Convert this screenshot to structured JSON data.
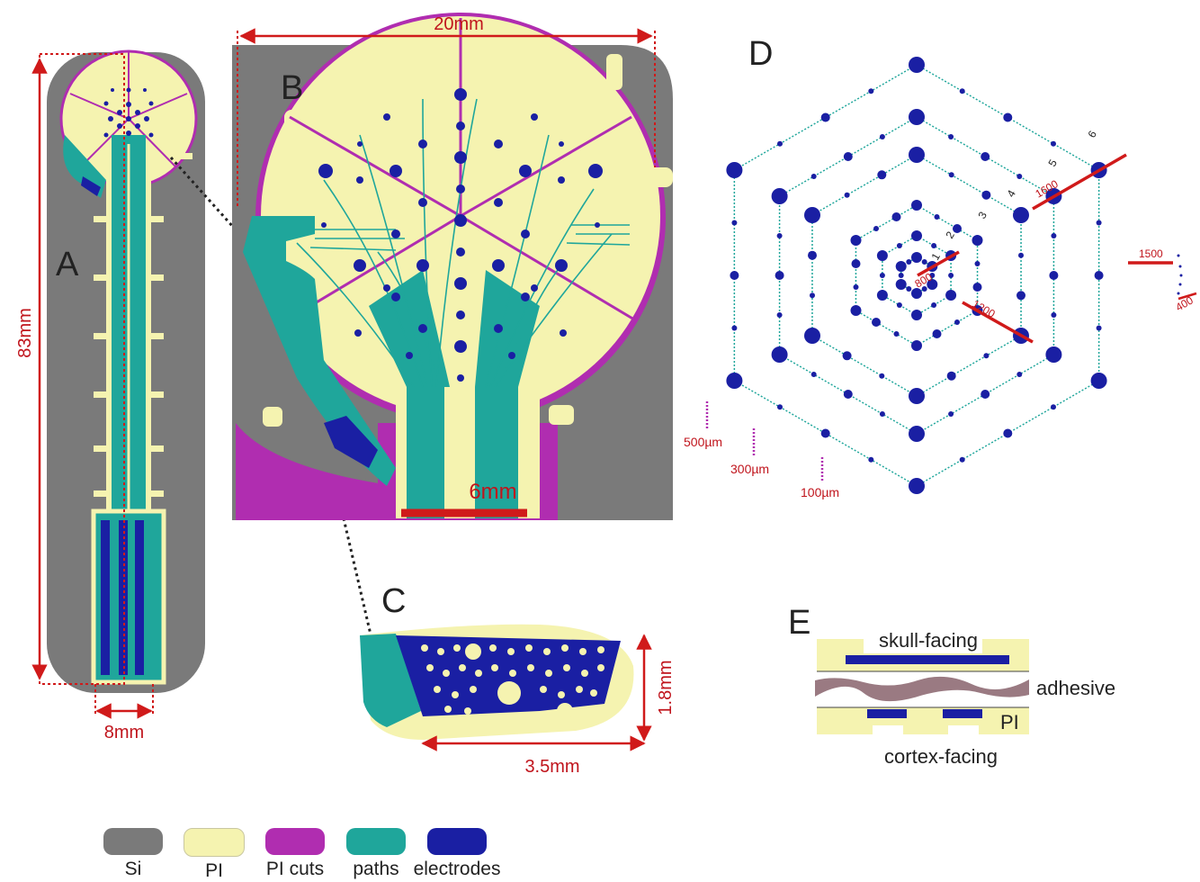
{
  "colors": {
    "si": "#7a7a7a",
    "pi": "#f5f3b0",
    "pi_cuts": "#b02db0",
    "paths": "#1fa69b",
    "electrodes": "#1a1fa3",
    "dimension": "#d01a1a",
    "text": "#222222"
  },
  "panels": {
    "a": {
      "label": "A",
      "length": "83mm",
      "width": "8mm"
    },
    "b": {
      "label": "B",
      "width": "20mm",
      "stem": "6mm"
    },
    "c": {
      "label": "C",
      "height": "1.8mm",
      "length": "3.5mm"
    },
    "d": {
      "label": "D",
      "ring_numbers": [
        "1",
        "2",
        "3",
        "4",
        "5",
        "6"
      ],
      "spacings": [
        "800",
        "1200",
        "1600",
        "1500",
        "400"
      ],
      "diameters": [
        "500µm",
        "300µm",
        "100µm"
      ]
    },
    "e": {
      "label": "E",
      "skull_facing": "skull-facing",
      "adhesive": "adhesive",
      "pi": "PI",
      "cortex_facing": "cortex-facing"
    }
  },
  "legend": [
    {
      "label": "Si",
      "icon": "si-swatch",
      "color": "#7a7a7a"
    },
    {
      "label": "PI",
      "icon": "pi-swatch",
      "color": "#f5f3b0"
    },
    {
      "label": "PI cuts",
      "icon": "pi-cuts-swatch",
      "color": "#b02db0"
    },
    {
      "label": "paths",
      "icon": "paths-swatch",
      "color": "#1fa69b"
    },
    {
      "label": "electrodes",
      "icon": "electrodes-swatch",
      "color": "#1a1fa3"
    }
  ]
}
